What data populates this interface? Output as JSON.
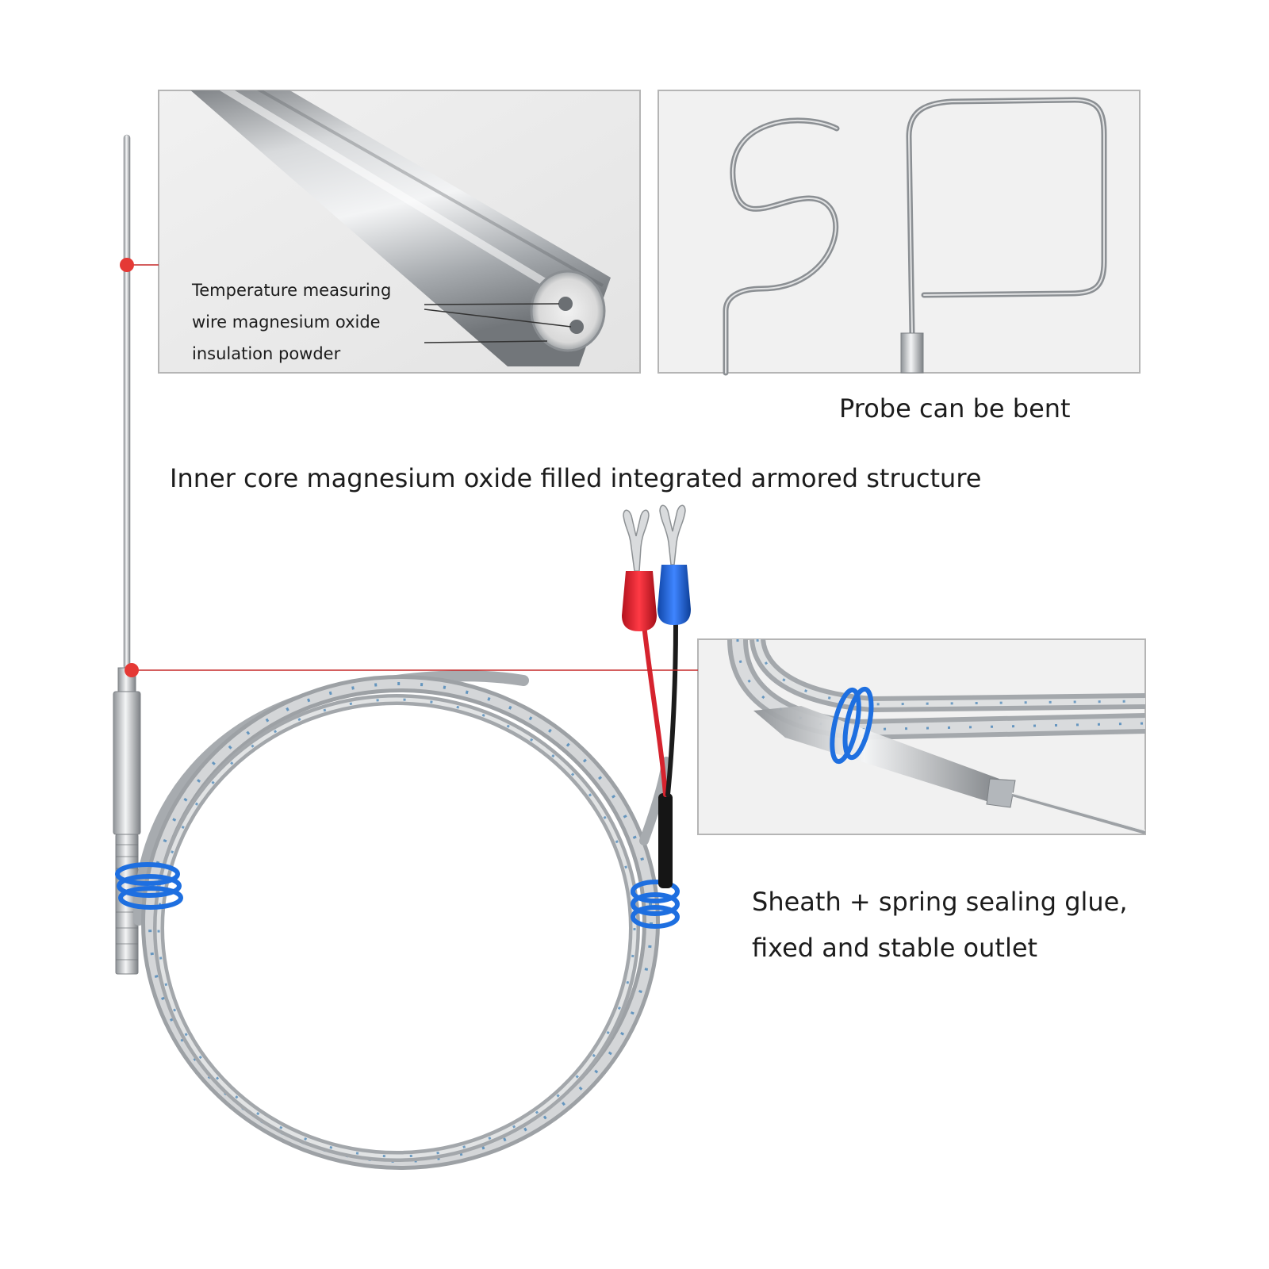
{
  "inset_callout": {
    "line1": "Temperature measuring",
    "line2": "wire magnesium oxide",
    "line3": "insulation powder"
  },
  "captions": {
    "bend": "Probe can be bent",
    "core": "Inner core magnesium oxide filled integrated armored structure",
    "seal_line1": "Sheath + spring sealing glue,",
    "seal_line2": "fixed and stable outlet"
  },
  "colors": {
    "callout_line": "#c62828",
    "callout_dot": "#e53935",
    "steel": "#b9bcc0",
    "braid_fleck": "#3f7fb5",
    "binding_tie": "#1e6fe0",
    "red_terminal": "#e01e2b",
    "blue_terminal": "#1a5fd8",
    "frame_border": "#b5b5b5"
  }
}
